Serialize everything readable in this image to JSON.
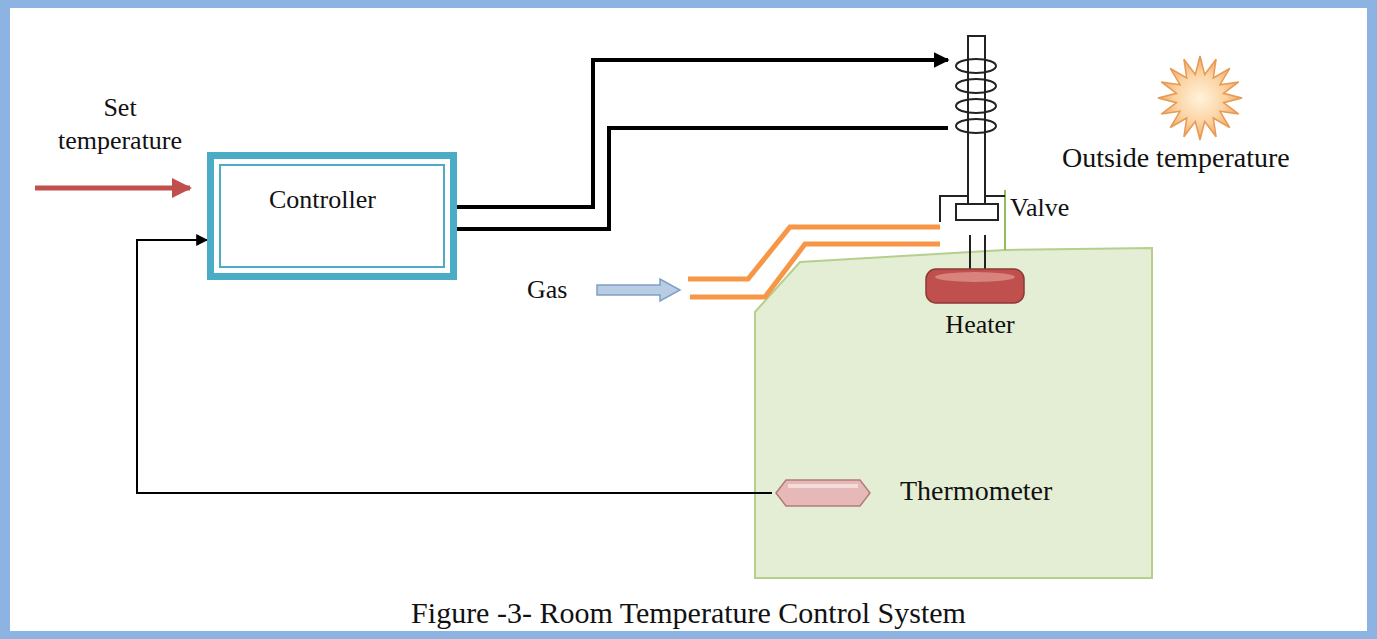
{
  "diagram": {
    "caption": "Figure -3- Room Temperature Control System",
    "nodes": [
      {
        "text": [
          "Controller"
        ]
      },
      {
        "text": [
          "Valve"
        ]
      },
      {
        "text": [
          "Heater"
        ]
      },
      {
        "text": [
          "Thermometer"
        ]
      }
    ],
    "edges": [
      {
        "from": 0,
        "to": 1,
        "arrow": "to"
      },
      {
        "from": 0,
        "to": 1,
        "arrow": "none"
      },
      {
        "from": 3,
        "to": 0,
        "arrow": "to"
      }
    ],
    "labels": [
      "Set temperature",
      "Outside temperature",
      "Gas"
    ]
  }
}
